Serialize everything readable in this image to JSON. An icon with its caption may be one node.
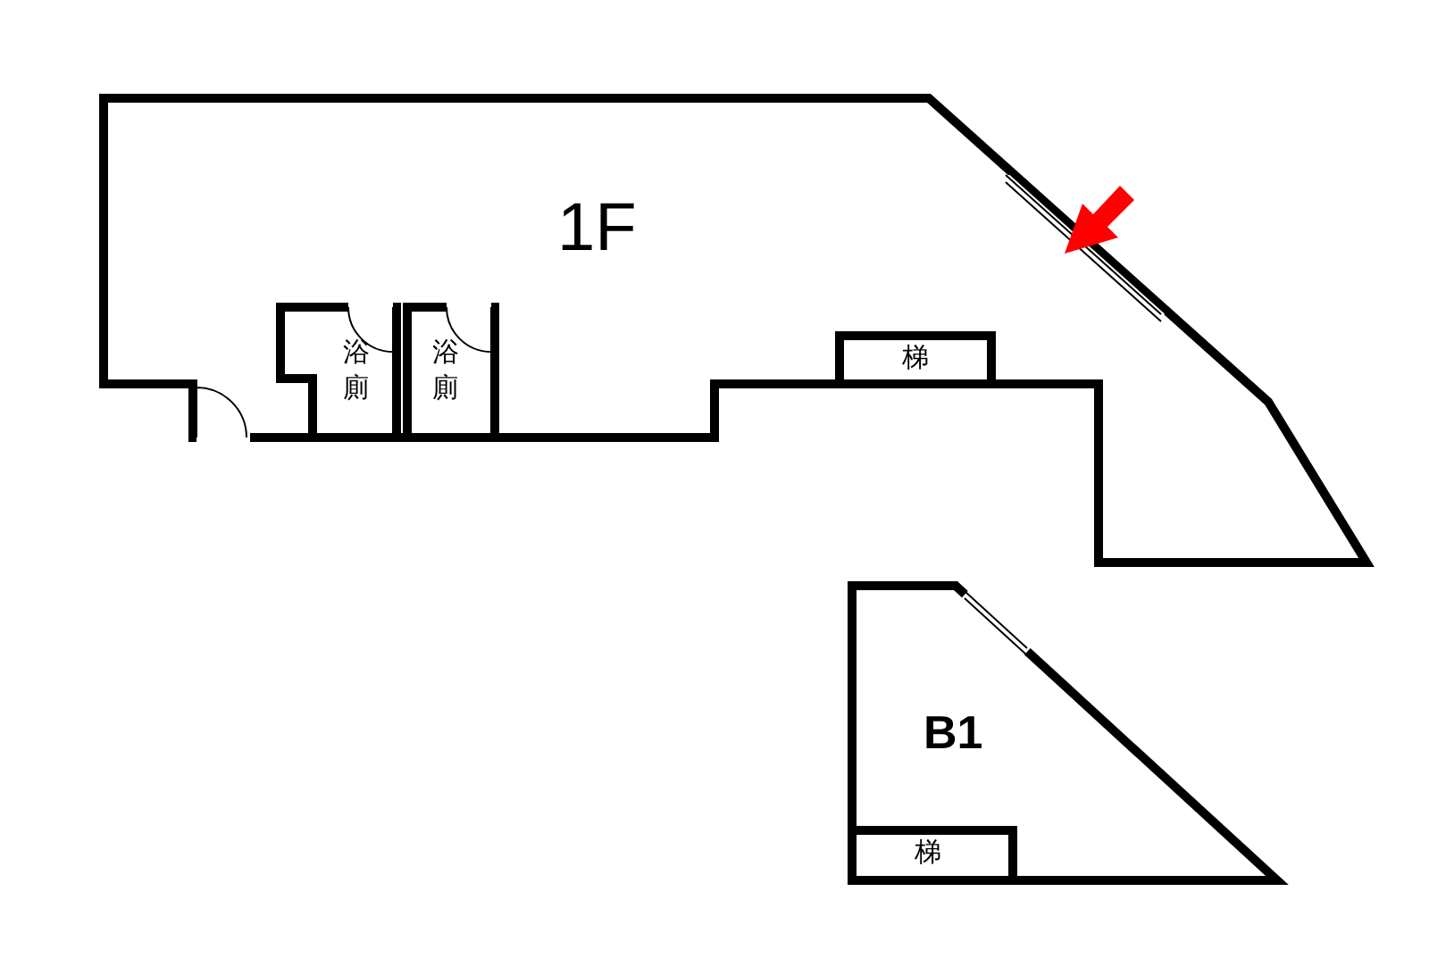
{
  "diagram": {
    "nodes": [
      {
        "text": [
          "1F"
        ]
      },
      {
        "text": [
          "浴廁"
        ],
        "in": 0
      },
      {
        "text": [
          "浴廁"
        ],
        "in": 0
      },
      {
        "text": [
          "梯"
        ],
        "in": 0
      },
      {
        "text": [
          "B1"
        ]
      },
      {
        "text": [
          "梯"
        ],
        "in": 4
      }
    ],
    "edges": []
  }
}
